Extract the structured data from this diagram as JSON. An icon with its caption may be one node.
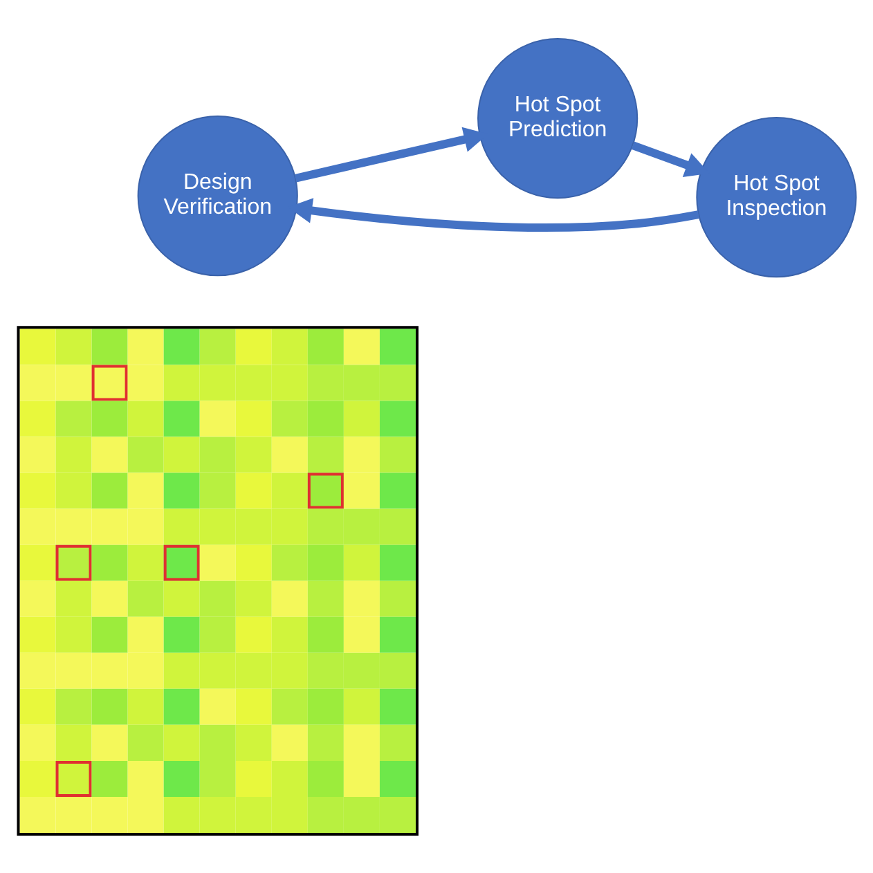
{
  "diagram": {
    "nodes": [
      {
        "text": [],
        "shape": "picture"
      },
      {
        "text": [
          "Design Verification"
        ]
      },
      {
        "text": [
          "Hot Spot Prediction"
        ]
      },
      {
        "text": [
          "Hot Spot Inspection"
        ]
      }
    ],
    "edges": [
      {
        "from": 1,
        "to": 2,
        "arrow": "to"
      },
      {
        "from": 2,
        "to": 3,
        "arrow": "to"
      },
      {
        "from": 3,
        "to": 1,
        "arrow": "to"
      }
    ]
  }
}
